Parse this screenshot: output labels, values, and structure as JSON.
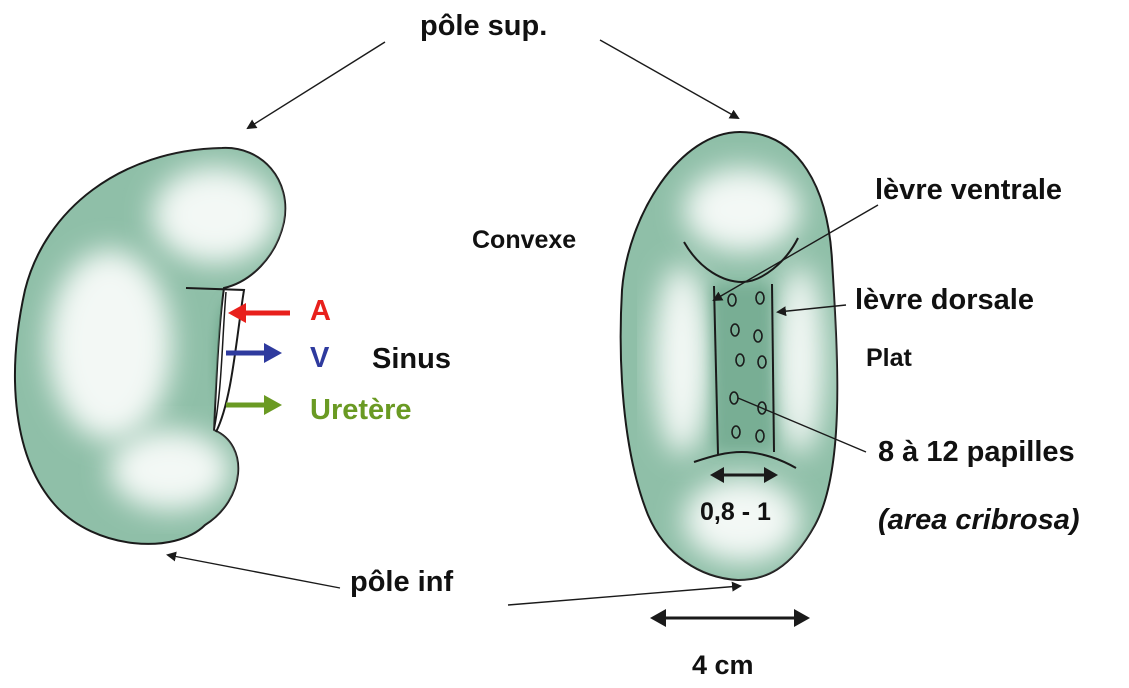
{
  "labels": {
    "pole_sup": "pôle sup.",
    "pole_inf": "pôle inf",
    "convexe": "Convexe",
    "plat": "Plat",
    "artere": "A",
    "veine": "V",
    "sinus": "Sinus",
    "uretere": "Uretère",
    "levre_ventrale": "lèvre ventrale",
    "levre_dorsale": "lèvre dorsale",
    "papilles": "8 à 12 papilles",
    "area_cribrosa": "(area cribrosa)",
    "sinus_width": "0,8 - 1",
    "kidney_width": "4 cm"
  },
  "colors": {
    "kidney_fill": "#8fbfa8",
    "kidney_edge": "#5f9a82",
    "highlight": "#f3f8f5",
    "outline": "#1a1a1a",
    "artery": "#e8201c",
    "vein": "#2e3a9e",
    "ureter": "#6a9a23"
  }
}
